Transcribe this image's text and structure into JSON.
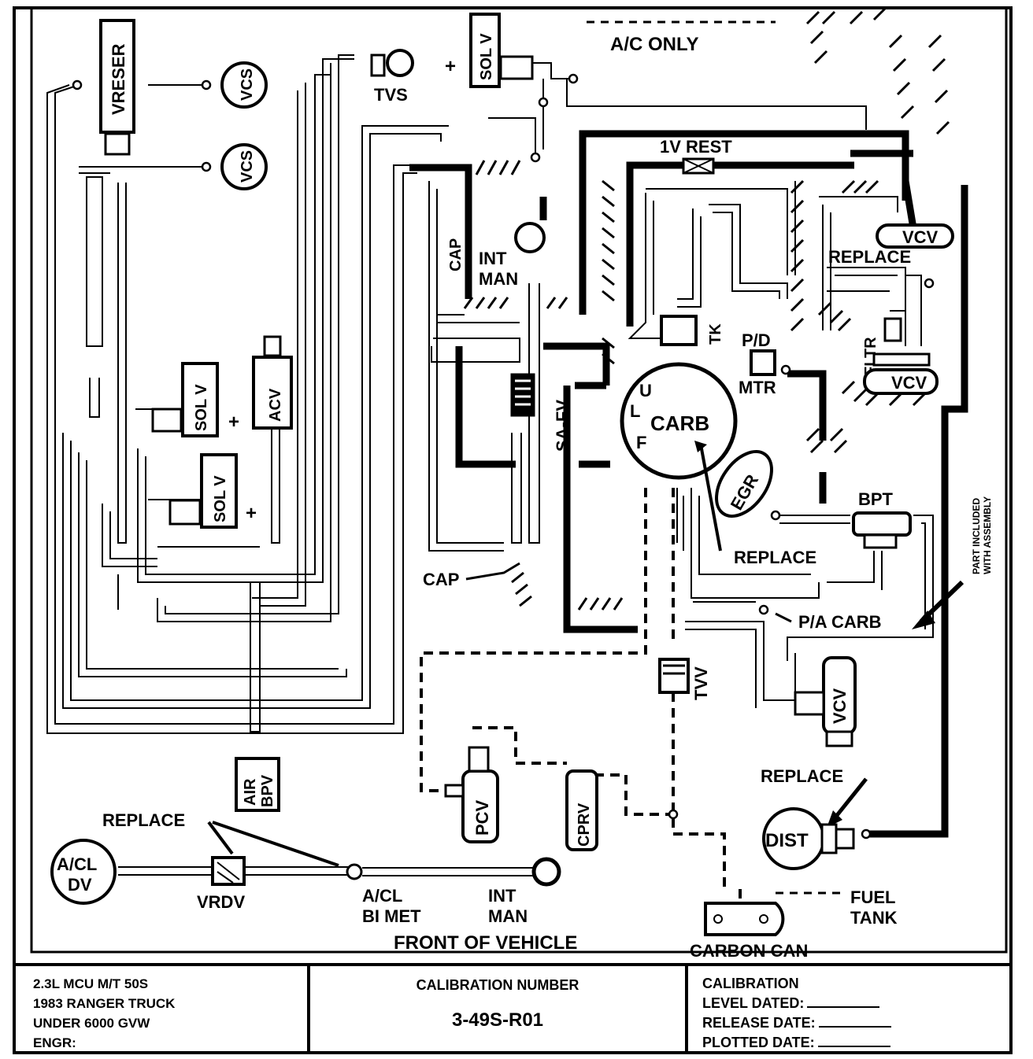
{
  "components": {
    "vreser": "VRESER",
    "vcs_top": "VCS",
    "vcs_mid": "VCS",
    "tvs": "TVS",
    "sol_v_top": "SOL V",
    "ac_only": "A/C ONLY",
    "iv_rest": "1V REST",
    "vcv_top": "VCV",
    "replace_top": "REPLACE",
    "cap_vertical": "CAP",
    "int_man_top": "INT MAN",
    "tk": "TK",
    "pd_mtr": "P/D MTR",
    "fltr": "FLTR",
    "vcv_right": "VCV",
    "sol_v_mid": "SOL V",
    "acv": "ACV",
    "sol_v_low": "SOL V",
    "sa_fv": "SA-FV",
    "carb": "CARB",
    "carb_ports": [
      "U",
      "L",
      "F"
    ],
    "egr": "EGR",
    "bpt": "BPT",
    "replace_egr": "REPLACE",
    "cap_low": "CAP",
    "pa_carb": "P/A CARB",
    "part_included": "PART INCLUDED WITH ASSEMBLY",
    "tvv": "TVV",
    "vcv_low": "VCV",
    "air_bpv": "AIR BPV",
    "pcv": "PCV",
    "cprv": "CPRV",
    "replace_dist": "REPLACE",
    "dist": "DIST",
    "replace_left": "REPLACE",
    "acl_dv": "A/CL DV",
    "vrdv": "VRDV",
    "acl_bimet": "A/CL BI MET",
    "int_man_low": "INT MAN",
    "fuel_tank": "FUEL TANK",
    "front_of_vehicle": "FRONT OF VEHICLE",
    "carbon_can": "CARBON CAN"
  },
  "title_block": {
    "engine_info": [
      "2.3L MCU M/T 50S",
      "1983 RANGER TRUCK",
      "UNDER 6000 GVW",
      "ENGR:"
    ],
    "calibration_number_label": "CALIBRATION NUMBER",
    "calibration_number": "3-49S-R01",
    "calibration_header": "CALIBRATION",
    "level_dated": "LEVEL DATED:",
    "release_date": "RELEASE DATE:",
    "plotted_date": "PLOTTED DATE:"
  }
}
